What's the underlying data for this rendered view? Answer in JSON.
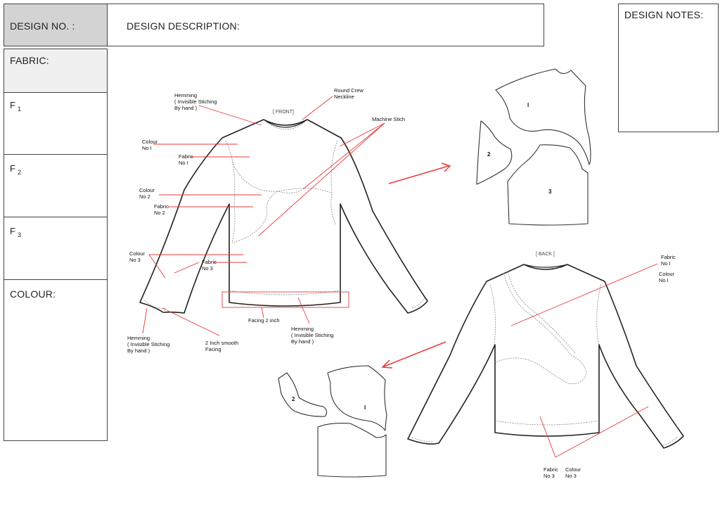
{
  "header": {
    "design_no_label": "DESIGN NO. :",
    "design_desc_label": "DESIGN DESCRIPTION:",
    "design_notes_label": "DESIGN NOTES:"
  },
  "sidebar": {
    "fabric_label": "FABRIC:",
    "f1": "F",
    "f1_sub": "1",
    "f2": "F",
    "f2_sub": "2",
    "f3": "F",
    "f3_sub": "3",
    "colour_label": "COLOUR:"
  },
  "views": {
    "front": "[ FRONT]",
    "back": "[ BACK ]"
  },
  "front_callouts": {
    "hemming_top_1": "Hemming",
    "hemming_top_2": "( Invisible Stiching",
    "hemming_top_3": "By hand )",
    "neckline_1": "Round Crew",
    "neckline_2": "Neckline",
    "machine_stich": "Machine Stich",
    "colour1_1": "Colour",
    "colour1_2": "No I",
    "fabric1_1": "Fabric",
    "fabric1_2": "No I",
    "colour2_1": "Colour",
    "colour2_2": "No 2",
    "fabric2_1": "Fabric",
    "fabric2_2": "No 2",
    "colour3_1": "Colour",
    "colour3_2": "No 3",
    "fabric3_1": "Fabric",
    "fabric3_2": "No 3",
    "facing": "Facing 2 inch",
    "hem_bottom_1": "Hemming",
    "hem_bottom_2": "( Invisible Stiching",
    "hem_bottom_3": "By hand )",
    "hem_cuff_1": "Hemming",
    "hem_cuff_2": "( Invisible Stiching",
    "hem_cuff_3": "By hand )",
    "smooth_1": "2 Inch smooth",
    "smooth_2": "Facing"
  },
  "back_callouts": {
    "fabric_1": "Fabric",
    "fabric_2": "No I",
    "colour_1": "Colour",
    "colour_2": "No I",
    "fabric3_1": "Fabric",
    "fabric3_2": "No 3",
    "colour3_1": "Colour",
    "colour3_2": "No 3"
  },
  "pattern_numbers": {
    "one": "I",
    "two": "2",
    "three": "3"
  },
  "colors": {
    "ink": "#222222",
    "callout": "#e8393a",
    "header_fill": "#d3d3d3",
    "fabric_fill": "#f0f0f0"
  }
}
